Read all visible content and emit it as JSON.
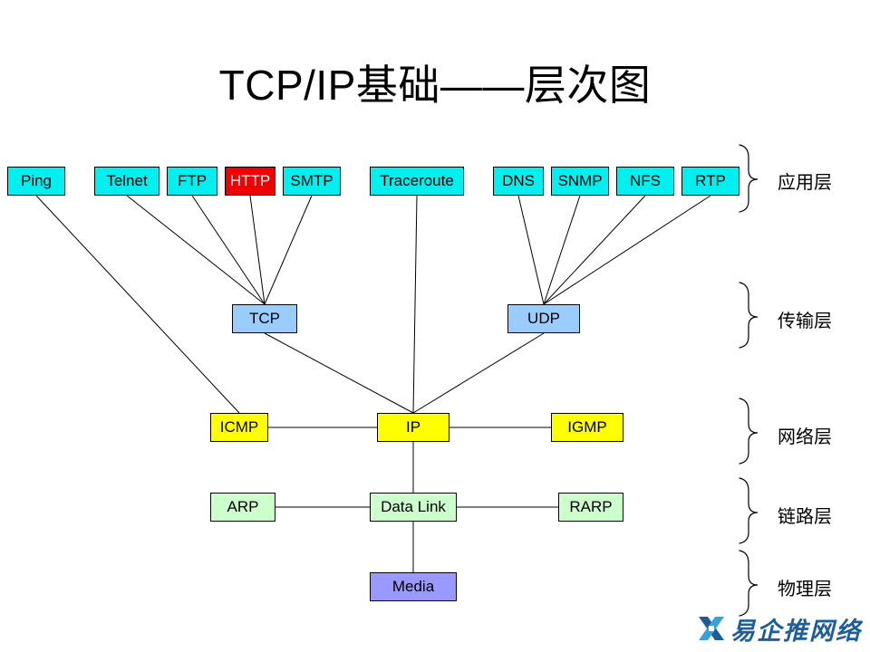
{
  "title": "TCP/IP基础——层次图",
  "layers": {
    "application": "应用层",
    "transport": "传输层",
    "network": "网络层",
    "link": "链路层",
    "physical": "物理层"
  },
  "nodes": {
    "ping": "Ping",
    "telnet": "Telnet",
    "ftp": "FTP",
    "http": "HTTP",
    "smtp": "SMTP",
    "traceroute": "Traceroute",
    "dns": "DNS",
    "snmp": "SNMP",
    "nfs": "NFS",
    "rtp": "RTP",
    "tcp": "TCP",
    "udp": "UDP",
    "icmp": "ICMP",
    "ip": "IP",
    "igmp": "IGMP",
    "arp": "ARP",
    "datalink": "Data Link",
    "rarp": "RARP",
    "media": "Media"
  },
  "logo": {
    "text": "易企推网络"
  },
  "colors": {
    "application": "#00f0f0",
    "highlight": "#f00000",
    "transport": "#99ccff",
    "network": "#ffff00",
    "link": "#ccffcc",
    "physical": "#9999ff",
    "logo": "#1d5e9a"
  }
}
